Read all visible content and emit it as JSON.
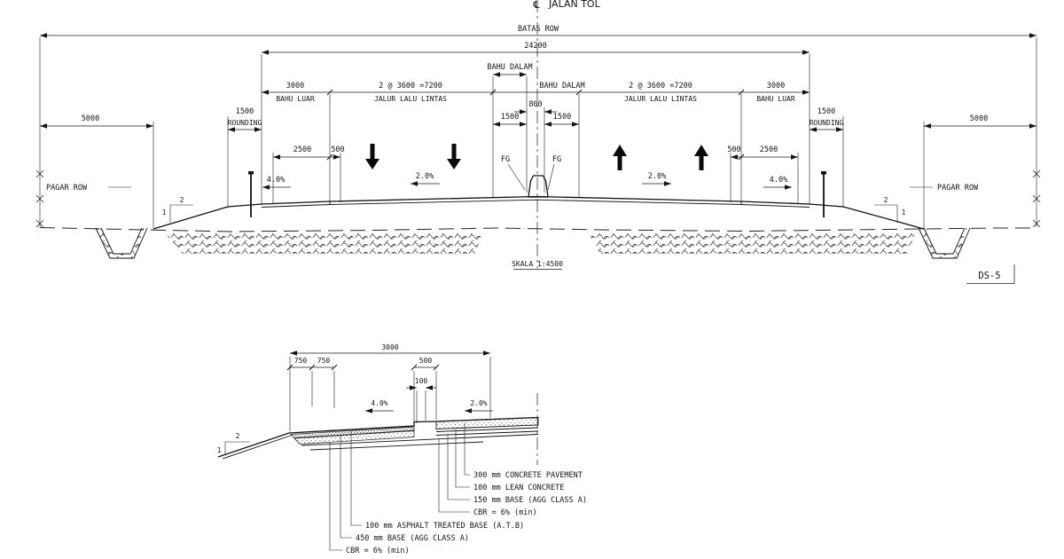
{
  "colors": {
    "ink": "#141414",
    "background": "#ffffff"
  },
  "drawing": {
    "centerline_symbol": "℄",
    "road_title": "JALAN TOL",
    "batas_row": "BATAS ROW",
    "dim_total": "24200",
    "bahu_dalam": "BAHU DALAM",
    "bahu_luar": "BAHU LUAR",
    "jalur_lalu_lintas": "JALUR LALU LINTAS",
    "dim_lanes": "2 @ 3600 =7200",
    "dim_3000": "3000",
    "dim_1500": "1500",
    "label_rounding": "ROUNDING",
    "dim_5000": "5000",
    "dim_2500": "2500",
    "dim_500": "500",
    "dim_800": "800",
    "label_fg": "FG",
    "label_pagar_row": "PAGAR ROW",
    "slope_4": "4.0%",
    "slope_2": "2.0%",
    "slope_h": "2",
    "slope_v": "1",
    "scale_note": "SKALA 1:4500",
    "sheet_ref": "DS-5"
  },
  "detail": {
    "dim_3000": "3000",
    "dim_750": "750",
    "dim_500": "500",
    "dim_100": "100",
    "slope_4": "4.0%",
    "slope_2": "2.0%",
    "slope_h": "2",
    "slope_v": "1",
    "layer_concrete": "300 mm CONCRETE PAVEMENT",
    "layer_lean": "100 mm LEAN CONCRETE",
    "layer_base_150": "150 mm  BASE (AGG CLASS A)",
    "layer_cbr_top": "CBR = 6% (min)",
    "layer_atb": "100 mm ASPHALT TREATED BASE (A.T.B)",
    "layer_base_450": "450 mm BASE (AGG CLASS A)",
    "layer_cbr_bottom": "CBR = 6% (min)"
  }
}
